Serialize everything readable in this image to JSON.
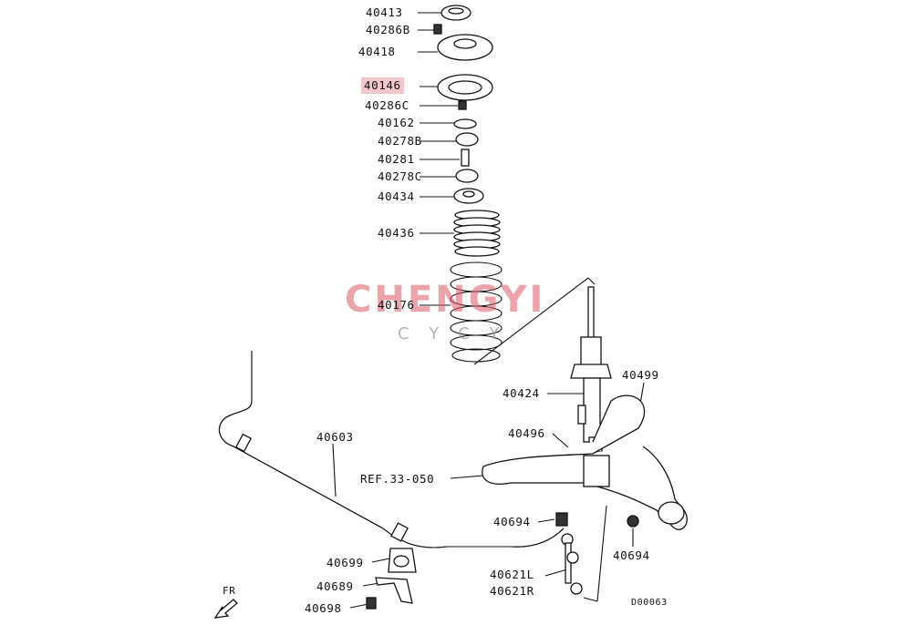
{
  "labels": {
    "p40413": "40413",
    "p40286B": "40286B",
    "p40418": "40418",
    "p40146": "40146",
    "p40286C": "40286C",
    "p40162": "40162",
    "p40278B": "40278B",
    "p40281": "40281",
    "p40278C": "40278C",
    "p40434": "40434",
    "p40436": "40436",
    "p40176": "40176",
    "p40424": "40424",
    "p40499": "40499",
    "p40496": "40496",
    "p40603": "40603",
    "ref": "REF.33-050",
    "p40694a": "40694",
    "p40694b": "40694",
    "p40699": "40699",
    "p40689": "40689",
    "p40698": "40698",
    "p40621L": "40621L",
    "p40621R": "40621R",
    "fr": "FR",
    "code": "D00063"
  },
  "watermark": {
    "brand": "CHENGYI",
    "sub": "CYCY"
  },
  "highlight_color": "#f3c6cc"
}
